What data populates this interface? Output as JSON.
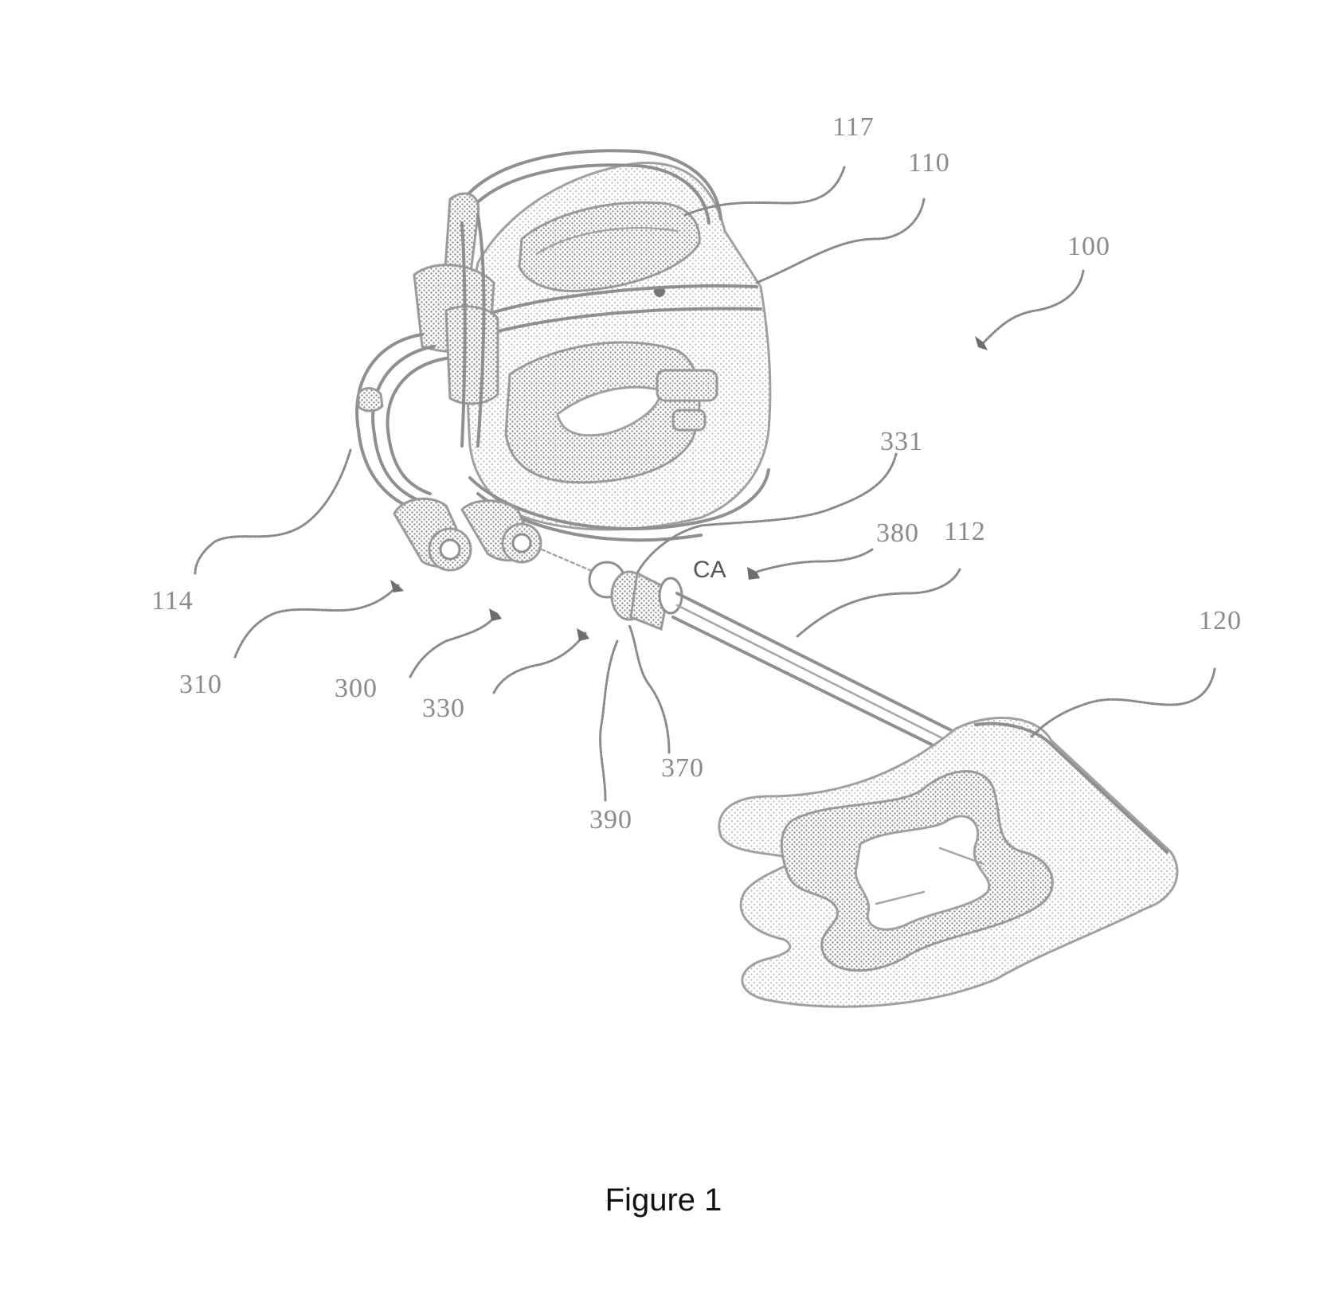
{
  "figure": {
    "caption": "Figure 1",
    "labels": {
      "l117": "117",
      "l110": "110",
      "l100": "100",
      "l331": "331",
      "l380": "380",
      "l112": "112",
      "l114": "114",
      "l310": "310",
      "l300": "300",
      "l330": "330",
      "l370": "370",
      "l390": "390",
      "l120": "120",
      "lCA": "CA"
    }
  },
  "colors": {
    "line": "#8f8f8f",
    "text": "#111111"
  }
}
